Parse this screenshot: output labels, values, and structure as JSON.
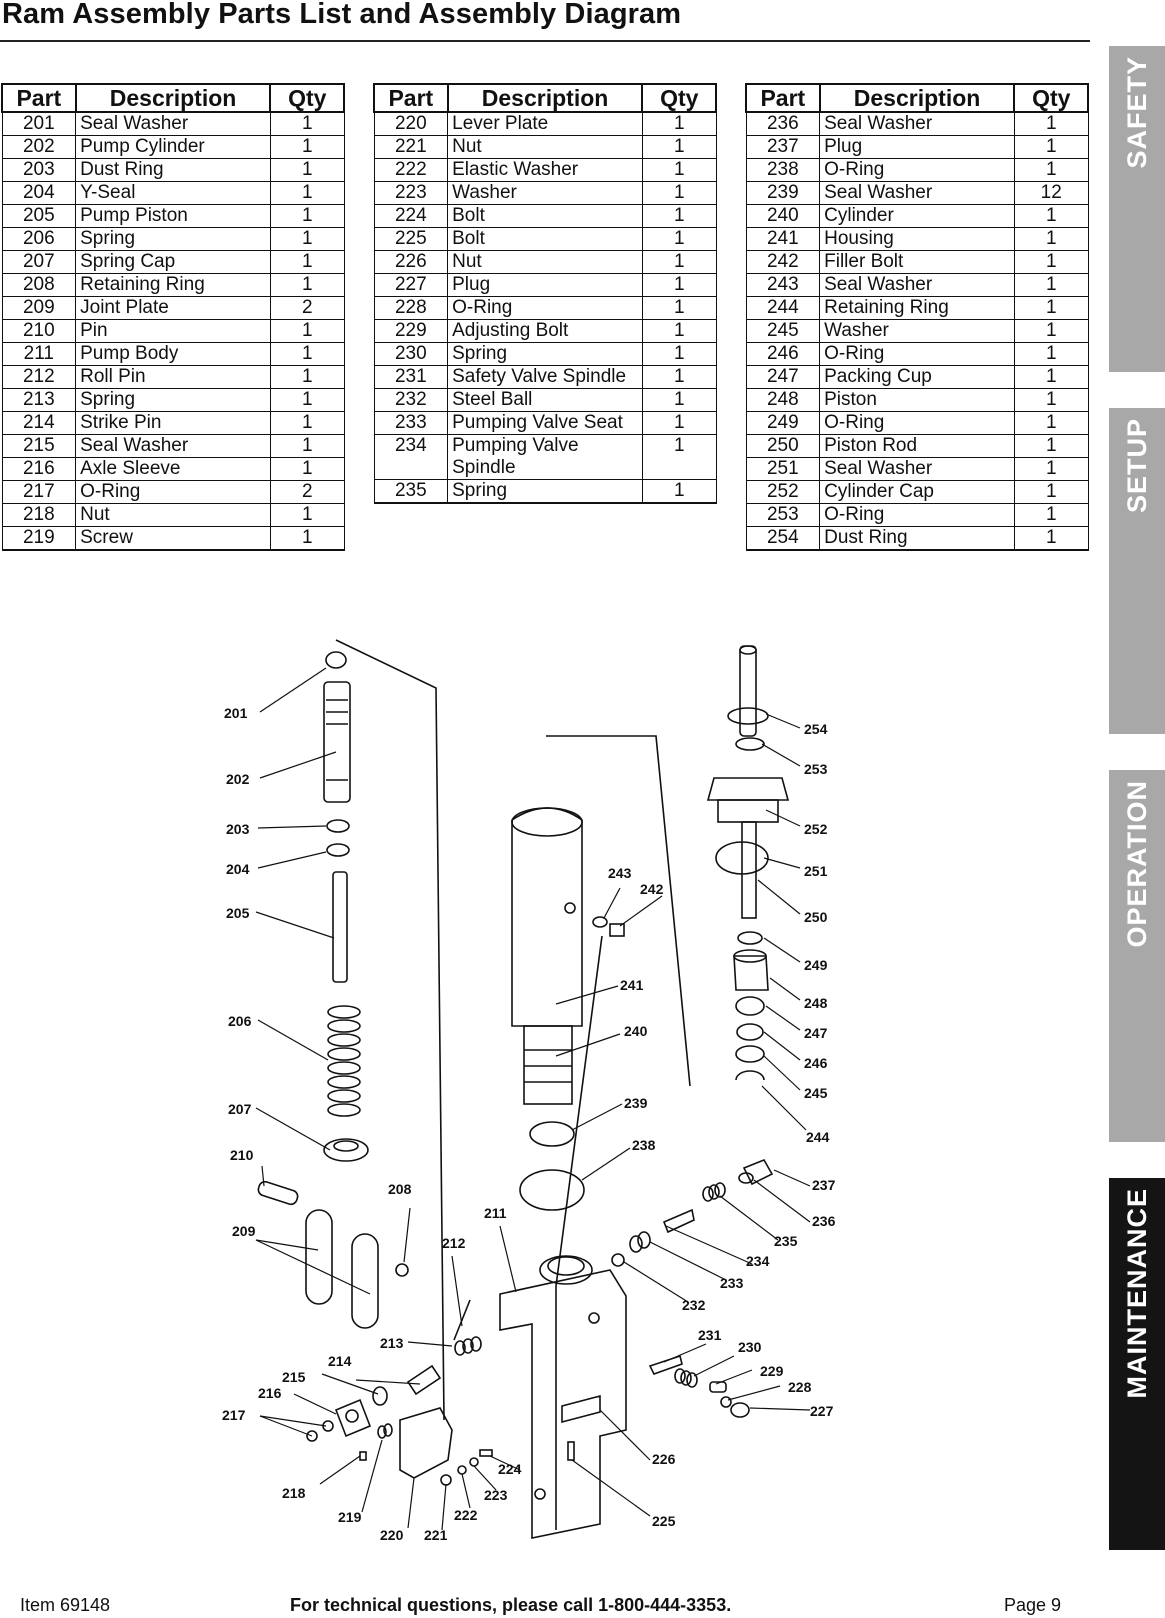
{
  "header": {
    "title": "Ram Assembly Parts List and Assembly Diagram"
  },
  "columns": {
    "part": "Part",
    "description": "Description",
    "qty": "Qty"
  },
  "tables": [
    {
      "rows": [
        {
          "part": "201",
          "desc": "Seal Washer",
          "qty": "1"
        },
        {
          "part": "202",
          "desc": "Pump Cylinder",
          "qty": "1"
        },
        {
          "part": "203",
          "desc": "Dust Ring",
          "qty": "1"
        },
        {
          "part": "204",
          "desc": "Y-Seal",
          "qty": "1"
        },
        {
          "part": "205",
          "desc": "Pump Piston",
          "qty": "1"
        },
        {
          "part": "206",
          "desc": "Spring",
          "qty": "1"
        },
        {
          "part": "207",
          "desc": "Spring Cap",
          "qty": "1"
        },
        {
          "part": "208",
          "desc": "Retaining Ring",
          "qty": "1"
        },
        {
          "part": "209",
          "desc": "Joint Plate",
          "qty": "2"
        },
        {
          "part": "210",
          "desc": "Pin",
          "qty": "1"
        },
        {
          "part": "211",
          "desc": "Pump Body",
          "qty": "1"
        },
        {
          "part": "212",
          "desc": "Roll Pin",
          "qty": "1"
        },
        {
          "part": "213",
          "desc": "Spring",
          "qty": "1"
        },
        {
          "part": "214",
          "desc": "Strike Pin",
          "qty": "1"
        },
        {
          "part": "215",
          "desc": "Seal Washer",
          "qty": "1"
        },
        {
          "part": "216",
          "desc": "Axle Sleeve",
          "qty": "1"
        },
        {
          "part": "217",
          "desc": "O-Ring",
          "qty": "2"
        },
        {
          "part": "218",
          "desc": "Nut",
          "qty": "1"
        },
        {
          "part": "219",
          "desc": "Screw",
          "qty": "1"
        }
      ]
    },
    {
      "rows": [
        {
          "part": "220",
          "desc": "Lever Plate",
          "qty": "1"
        },
        {
          "part": "221",
          "desc": "Nut",
          "qty": "1"
        },
        {
          "part": "222",
          "desc": "Elastic Washer",
          "qty": "1"
        },
        {
          "part": "223",
          "desc": "Washer",
          "qty": "1"
        },
        {
          "part": "224",
          "desc": "Bolt",
          "qty": "1"
        },
        {
          "part": "225",
          "desc": "Bolt",
          "qty": "1"
        },
        {
          "part": "226",
          "desc": "Nut",
          "qty": "1"
        },
        {
          "part": "227",
          "desc": "Plug",
          "qty": "1"
        },
        {
          "part": "228",
          "desc": "O-Ring",
          "qty": "1"
        },
        {
          "part": "229",
          "desc": "Adjusting Bolt",
          "qty": "1"
        },
        {
          "part": "230",
          "desc": "Spring",
          "qty": "1"
        },
        {
          "part": "231",
          "desc": "Safety Valve Spindle",
          "qty": "1"
        },
        {
          "part": "232",
          "desc": "Steel Ball",
          "qty": "1"
        },
        {
          "part": "233",
          "desc": "Pumping Valve Seat",
          "qty": "1"
        },
        {
          "part": "234",
          "desc": "Pumping Valve Spindle",
          "qty": "1"
        },
        {
          "part": "235",
          "desc": "Spring",
          "qty": "1"
        }
      ]
    },
    {
      "rows": [
        {
          "part": "236",
          "desc": "Seal Washer",
          "qty": "1"
        },
        {
          "part": "237",
          "desc": "Plug",
          "qty": "1"
        },
        {
          "part": "238",
          "desc": "O-Ring",
          "qty": "1"
        },
        {
          "part": "239",
          "desc": "Seal Washer",
          "qty": "12"
        },
        {
          "part": "240",
          "desc": "Cylinder",
          "qty": "1"
        },
        {
          "part": "241",
          "desc": "Housing",
          "qty": "1"
        },
        {
          "part": "242",
          "desc": "Filler Bolt",
          "qty": "1"
        },
        {
          "part": "243",
          "desc": "Seal Washer",
          "qty": "1"
        },
        {
          "part": "244",
          "desc": "Retaining Ring",
          "qty": "1"
        },
        {
          "part": "245",
          "desc": "Washer",
          "qty": "1"
        },
        {
          "part": "246",
          "desc": "O-Ring",
          "qty": "1"
        },
        {
          "part": "247",
          "desc": "Packing Cup",
          "qty": "1"
        },
        {
          "part": "248",
          "desc": "Piston",
          "qty": "1"
        },
        {
          "part": "249",
          "desc": "O-Ring",
          "qty": "1"
        },
        {
          "part": "250",
          "desc": "Piston Rod",
          "qty": "1"
        },
        {
          "part": "251",
          "desc": "Seal Washer",
          "qty": "1"
        },
        {
          "part": "252",
          "desc": "Cylinder Cap",
          "qty": "1"
        },
        {
          "part": "253",
          "desc": "O-Ring",
          "qty": "1"
        },
        {
          "part": "254",
          "desc": "Dust Ring",
          "qty": "1"
        }
      ]
    }
  ],
  "diagram_labels": [
    "201",
    "202",
    "203",
    "204",
    "205",
    "206",
    "207",
    "208",
    "209",
    "210",
    "211",
    "212",
    "213",
    "214",
    "215",
    "216",
    "217",
    "218",
    "219",
    "220",
    "221",
    "222",
    "223",
    "224",
    "225",
    "226",
    "227",
    "228",
    "229",
    "230",
    "231",
    "232",
    "233",
    "234",
    "235",
    "236",
    "237",
    "238",
    "239",
    "240",
    "241",
    "242",
    "243",
    "244",
    "245",
    "246",
    "247",
    "248",
    "249",
    "250",
    "251",
    "252",
    "253",
    "254"
  ],
  "side_tabs": [
    {
      "label": "SAFETY",
      "active": false
    },
    {
      "label": "SETUP",
      "active": false
    },
    {
      "label": "OPERATION",
      "active": false
    },
    {
      "label": "MAINTENANCE",
      "active": true
    }
  ],
  "colors": {
    "tab_inactive": "#a8a8a8",
    "tab_active": "#141414",
    "ink": "#111111"
  },
  "footer": {
    "item": "Item 69148",
    "support": "For technical questions, please call 1-800-444-3353.",
    "page": "Page 9"
  }
}
